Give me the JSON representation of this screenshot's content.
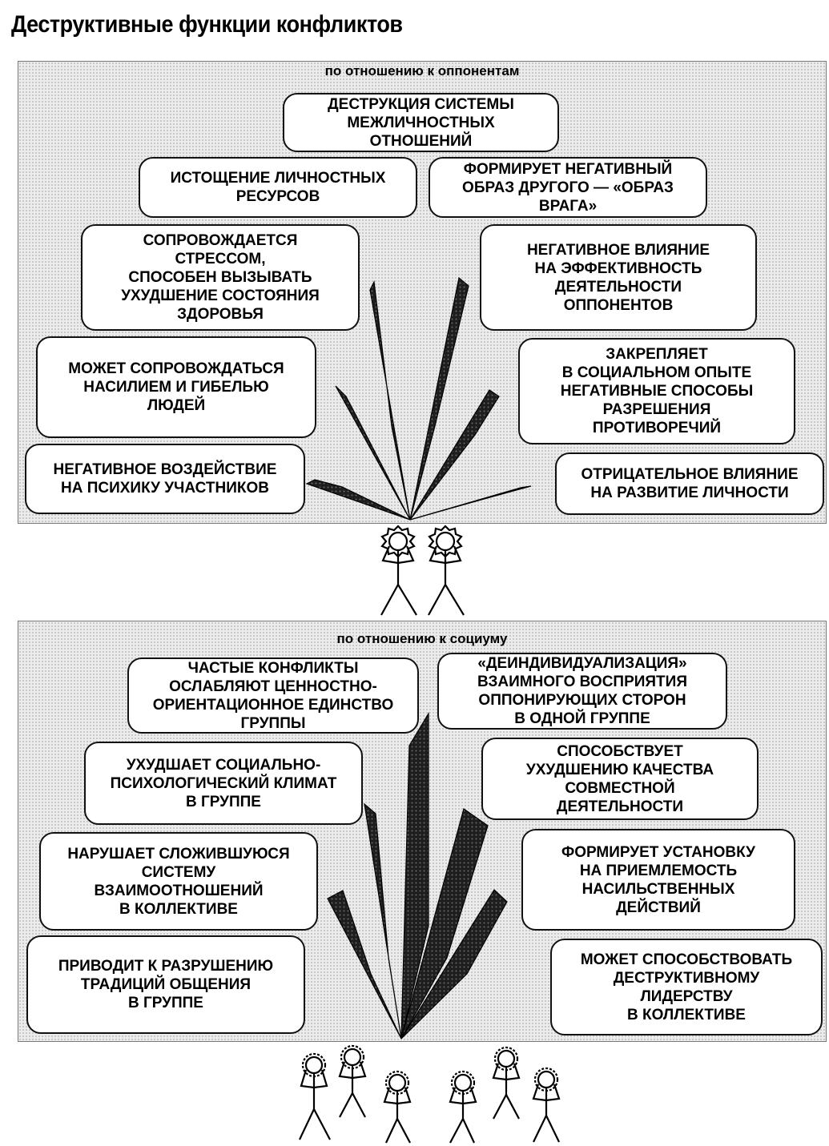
{
  "title": "Деструктивные функции конфликтов",
  "section_opponents": {
    "caption": "по отношению к оппонентам",
    "boxes": [
      "ДЕСТРУКЦИЯ СИСТЕМЫ\nМЕЖЛИЧНОСТНЫХ\nОТНОШЕНИЙ",
      "ИСТОЩЕНИЕ ЛИЧНОСТНЫХ\nРЕСУРСОВ",
      "ФОРМИРУЕТ НЕГАТИВНЫЙ\nОБРАЗ ДРУГОГО — «ОБРАЗ\nВРАГА»",
      "СОПРОВОЖДАЕТСЯ\nСТРЕССОМ,\nСПОСОБЕН ВЫЗЫВАТЬ\nУХУДШЕНИЕ СОСТОЯНИЯ\nЗДОРОВЬЯ",
      "НЕГАТИВНОЕ ВЛИЯНИЕ\nНА ЭФФЕКТИВНОСТЬ\nДЕЯТЕЛЬНОСТИ\nОППОНЕНТОВ",
      "МОЖЕТ СОПРОВОЖДАТЬСЯ\nНАСИЛИЕМ И ГИБЕЛЬЮ\nЛЮДЕЙ",
      "ЗАКРЕПЛЯЕТ\nВ СОЦИАЛЬНОМ ОПЫТЕ\nНЕГАТИВНЫЕ СПОСОБЫ\nРАЗРЕШЕНИЯ\nПРОТИВОРЕЧИЙ",
      "НЕГАТИВНОЕ ВОЗДЕЙСТВИЕ\nНА ПСИХИКУ УЧАСТНИКОВ",
      "ОТРИЦАТЕЛЬНОЕ ВЛИЯНИЕ\nНА РАЗВИТИЕ ЛИЧНОСТИ"
    ]
  },
  "section_society": {
    "caption": "по отношению к социуму",
    "boxes": [
      "ЧАСТЫЕ КОНФЛИКТЫ\nОСЛАБЛЯЮТ ЦЕННОСТНО-\nОРИЕНТАЦИОННОЕ ЕДИНСТВО\nГРУППЫ",
      "«ДЕИНДИВИДУАЛИЗАЦИЯ»\nВЗАИМНОГО ВОСПРИЯТИЯ\nОППОНИРУЮЩИХ СТОРОН\nВ ОДНОЙ ГРУППЕ",
      "УХУДШАЕТ СОЦИАЛЬНО-\nПСИХОЛОГИЧЕСКИЙ КЛИМАТ\nВ ГРУППЕ",
      "СПОСОБСТВУЕТ\nУХУДШЕНИЮ КАЧЕСТВА\nСОВМЕСТНОЙ\nДЕЯТЕЛЬНОСТИ",
      "НАРУШАЕТ СЛОЖИВШУЮСЯ\nСИСТЕМУ\nВЗАИМООТНОШЕНИЙ\nВ КОЛЛЕКТИВЕ",
      "ФОРМИРУЕТ УСТАНОВКУ\nНА ПРИЕМЛЕМОСТЬ\nНАСИЛЬСТВЕННЫХ\nДЕЙСТВИЙ",
      "ПРИВОДИТ К РАЗРУШЕНИЮ\nТРАДИЦИЙ ОБЩЕНИЯ\nВ ГРУППЕ",
      "МОЖЕТ СПОСОБСТВОВАТЬ\nДЕСТРУКТИВНОМУ\nЛИДЕРСТВУ\nВ КОЛЛЕКТИВЕ"
    ]
  }
}
